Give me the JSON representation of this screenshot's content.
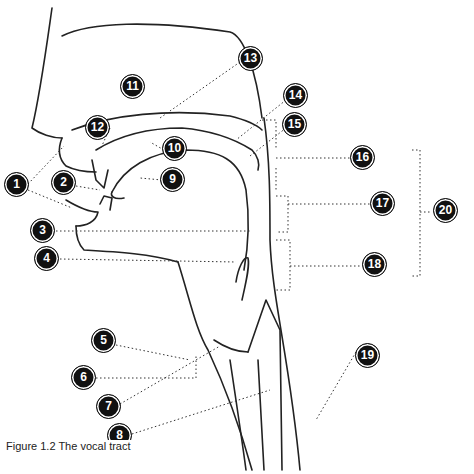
{
  "diagram": {
    "caption": "Figure 1.2 The vocal tract",
    "labels": [
      "1",
      "2",
      "3",
      "4",
      "5",
      "6",
      "7",
      "8",
      "9",
      "10",
      "11",
      "12",
      "13",
      "14",
      "15",
      "16",
      "17",
      "18",
      "19",
      "20"
    ]
  }
}
